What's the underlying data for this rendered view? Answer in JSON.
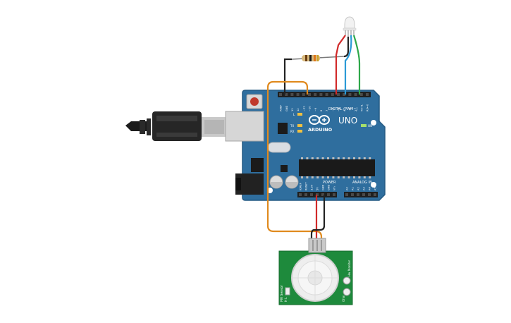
{
  "board": {
    "brand": "ARDUINO",
    "model": "UNO",
    "digital_label": "DIGITAL (PWM~)",
    "power_label": "POWER",
    "analog_label": "ANALOG IN",
    "on_label": "ON",
    "led_l": "L",
    "led_tx": "TX",
    "led_rx": "RX",
    "icsp_label": "ICSP",
    "digital_pins": [
      "AREF",
      "GND",
      "13",
      "12",
      "~11",
      "~10",
      "~9",
      "8",
      "7",
      "~6",
      "~5",
      "4",
      "~3",
      "2",
      "TX→1",
      "RX←0"
    ],
    "power_pins": [
      "IOREF",
      "RESET",
      "3.3V",
      "5V",
      "GND",
      "GND",
      "Vin"
    ],
    "analog_pins": [
      "A0",
      "A1",
      "A2",
      "A3",
      "A4",
      "A5"
    ]
  },
  "sensor": {
    "left_label": "PIR Sensor",
    "left_sub": "H L",
    "right_label_top": "Hw",
    "right_label": "Monitor",
    "right_sub": "Ohm"
  },
  "colors": {
    "board": "#2f6e9e",
    "board_edge": "#245a83",
    "wire_red": "#d12a2a",
    "wire_orange": "#e08a1e",
    "wire_black": "#222222",
    "wire_blue": "#2a9ad6",
    "wire_green": "#2ea84a",
    "sensor_pcb": "#1e8a3c"
  }
}
